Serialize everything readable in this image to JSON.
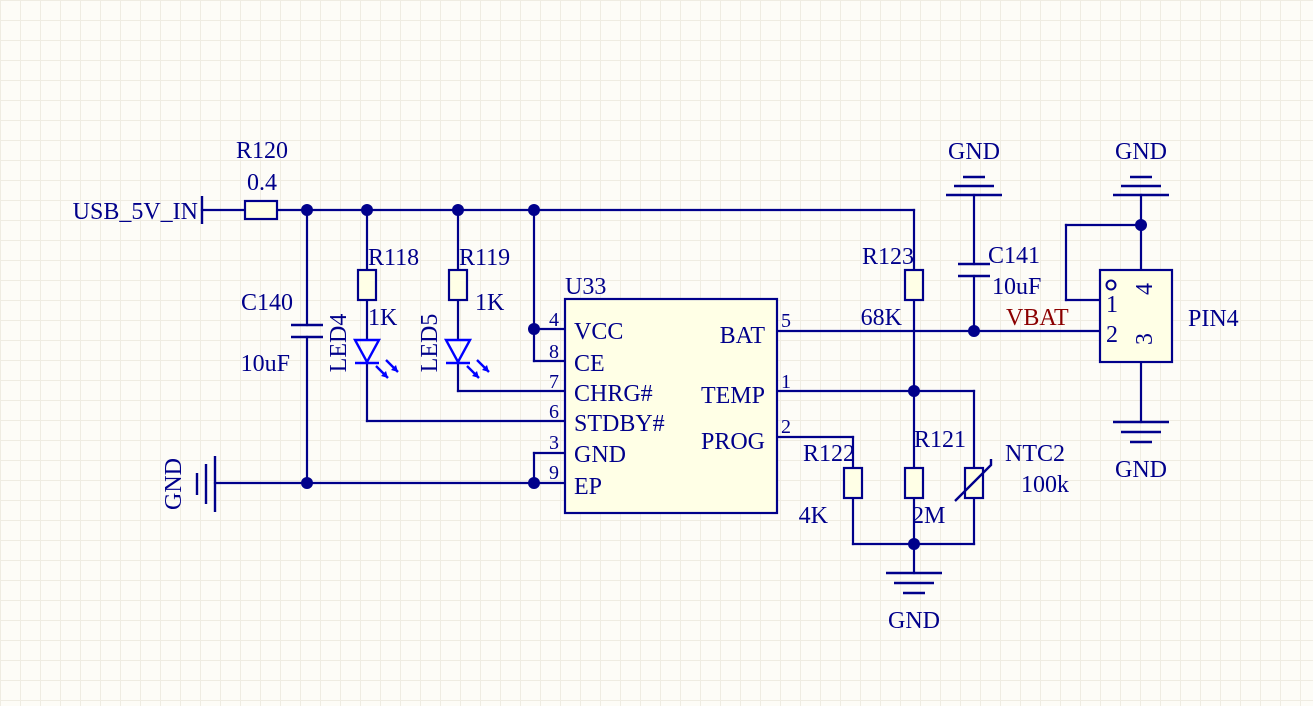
{
  "nets": {
    "usb_in": "USB_5V_IN",
    "vbat": "VBAT",
    "gnd": "GND"
  },
  "components": {
    "r120": {
      "designator": "R120",
      "value": "0.4"
    },
    "c140": {
      "designator": "C140",
      "value": "10uF"
    },
    "r118": {
      "designator": "R118",
      "value": "1K"
    },
    "r119": {
      "designator": "R119",
      "value": "1K"
    },
    "led4": {
      "designator": "LED4"
    },
    "led5": {
      "designator": "LED5"
    },
    "u33": {
      "designator": "U33",
      "pins": [
        {
          "num": "4",
          "name": "VCC"
        },
        {
          "num": "8",
          "name": "CE"
        },
        {
          "num": "7",
          "name": "CHRG#"
        },
        {
          "num": "6",
          "name": "STDBY#"
        },
        {
          "num": "3",
          "name": "GND"
        },
        {
          "num": "9",
          "name": "EP"
        },
        {
          "num": "5",
          "name": "BAT"
        },
        {
          "num": "1",
          "name": "TEMP"
        },
        {
          "num": "2",
          "name": "PROG"
        }
      ]
    },
    "r123": {
      "designator": "R123",
      "value": "68K"
    },
    "c141": {
      "designator": "C141",
      "value": "10uF"
    },
    "r122": {
      "designator": "R122",
      "value": "4K"
    },
    "r121": {
      "designator": "R121",
      "value": "2M"
    },
    "ntc2": {
      "designator": "NTC2",
      "value": "100k"
    },
    "pin4": {
      "designator": "PIN4",
      "pins": [
        "1",
        "2",
        "3",
        "4"
      ]
    }
  },
  "colors": {
    "wire": "#00008b",
    "led": "#0000ff",
    "net_label": "#8b0000",
    "grid": "#efece2",
    "background": "#fdfcf7"
  }
}
